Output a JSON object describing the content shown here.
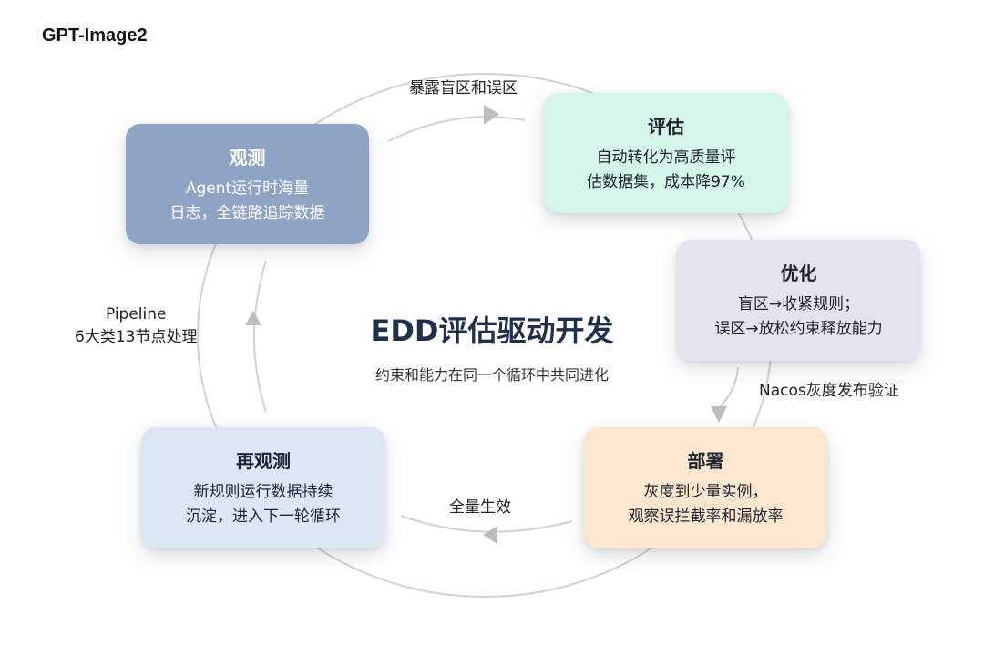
{
  "header": {
    "label": "GPT-Image2"
  },
  "center": {
    "title": "EDD评估驱动开发",
    "subtitle": "约束和能力在同一个循环中共同进化"
  },
  "stages": {
    "observe": {
      "title": "观测",
      "lines": [
        "Agent运行时海量",
        "日志，全链路追踪数据"
      ]
    },
    "evaluate": {
      "title": "评估",
      "lines": [
        "自动转化为高质量评",
        "估数据集，成本降97%"
      ]
    },
    "optimize": {
      "title": "优化",
      "lines": [
        "盲区→收紧规则；",
        "误区→放松约束释放能力"
      ]
    },
    "deploy": {
      "title": "部署",
      "lines": [
        "灰度到少量实例，",
        "观察误拦截率和漏放率"
      ]
    },
    "reobserve": {
      "title": "再观测",
      "lines": [
        "新规则运行数据持续",
        "沉淀，进入下一轮循环"
      ]
    }
  },
  "edges": {
    "observe_to_evaluate": "暴露盲区和误区",
    "optimize_to_deploy": "Nacos灰度发布验证",
    "deploy_to_reobserve": "全量生效",
    "reobserve_to_observe": [
      "Pipeline",
      "6大类13节点处理"
    ]
  },
  "colors": {
    "observe_card": "#8fa3c5",
    "evaluate_card": "#d6f5ea",
    "optimize_card": "#e6e3f1",
    "deploy_card": "#fbe7cf",
    "reobserve_card": "#dde7f4",
    "ring": "#cfcfcf",
    "arrow": "#bdbdbd",
    "center_title": "#1f2f4c"
  }
}
